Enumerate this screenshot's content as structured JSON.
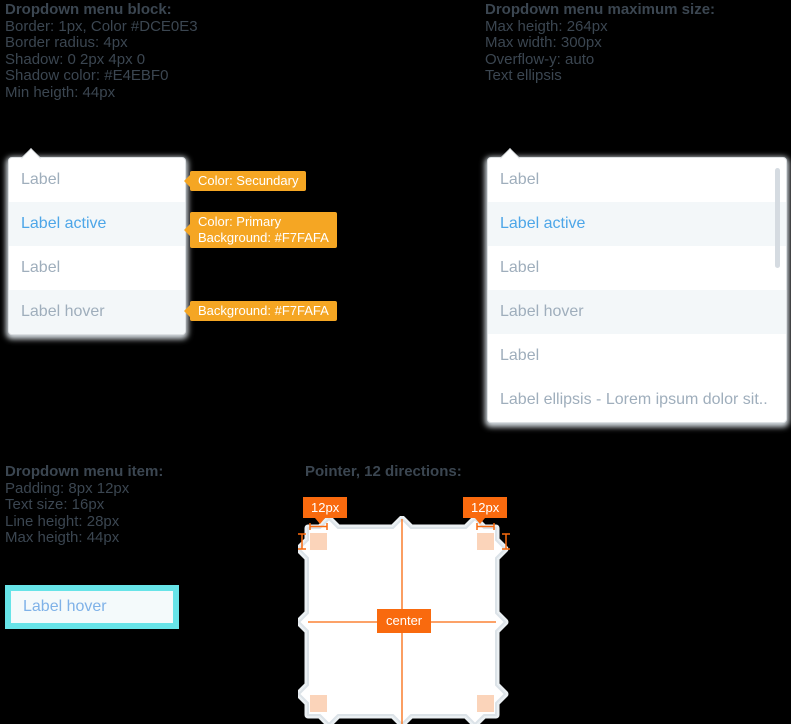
{
  "colors": {
    "annotation_orange": "#F5A623",
    "pointer_orange": "#F96A0E",
    "corner_marker_peach": "#FBD4BA",
    "selection_cyan": "#67E4E8",
    "primary_blue": "#4DA6E8",
    "secondary_text_gray": "#9FAEBC",
    "hover_background": "#F7FAFA",
    "menu_border": "#DCE0E3",
    "menu_shadow": "#E4EBF0"
  },
  "spec_blocks": {
    "menu_block": {
      "title": "Dropdown menu block:",
      "lines": [
        "Border: 1px, Color #DCE0E3",
        "Border radius: 4px",
        "Shadow: 0 2px 4px 0",
        "Shadow color: #E4EBF0",
        "Min heigth: 44px"
      ]
    },
    "menu_max_size": {
      "title": "Dropdown menu maximum size:",
      "lines": [
        "Max heigth: 264px",
        "Max width: 300px",
        "Overflow-y: auto",
        "Text ellipsis"
      ]
    },
    "menu_item": {
      "title": "Dropdown menu item:",
      "lines": [
        "Padding: 8px 12px",
        "Text size: 16px",
        "Line height: 28px",
        "Max heigth: 44px"
      ]
    },
    "pointer_section_title": "Pointer, 12 directions:"
  },
  "dropdown_small": {
    "items": [
      {
        "label": "Label",
        "state": "default"
      },
      {
        "label": "Label active",
        "state": "active"
      },
      {
        "label": "Label",
        "state": "default"
      },
      {
        "label": "Label hover",
        "state": "hover"
      }
    ]
  },
  "dropdown_large": {
    "items": [
      {
        "label": "Label",
        "state": "default"
      },
      {
        "label": "Label active",
        "state": "active"
      },
      {
        "label": "Label",
        "state": "default"
      },
      {
        "label": "Label hover",
        "state": "hover"
      },
      {
        "label": "Label",
        "state": "default"
      },
      {
        "label": "Label ellipsis - Lorem ipsum dolor sit..",
        "state": "default"
      }
    ]
  },
  "annotations": {
    "secondary": {
      "line1": "Color: Secundary"
    },
    "active": {
      "line1": "Color: Primary",
      "line2": "Background: #F7FAFA"
    },
    "hover": {
      "line1": "Background: #F7FAFA"
    }
  },
  "item_demo": {
    "label": "Label hover"
  },
  "pointer_demo": {
    "left_tag": "12px",
    "right_tag": "12px",
    "center_label": "center"
  }
}
